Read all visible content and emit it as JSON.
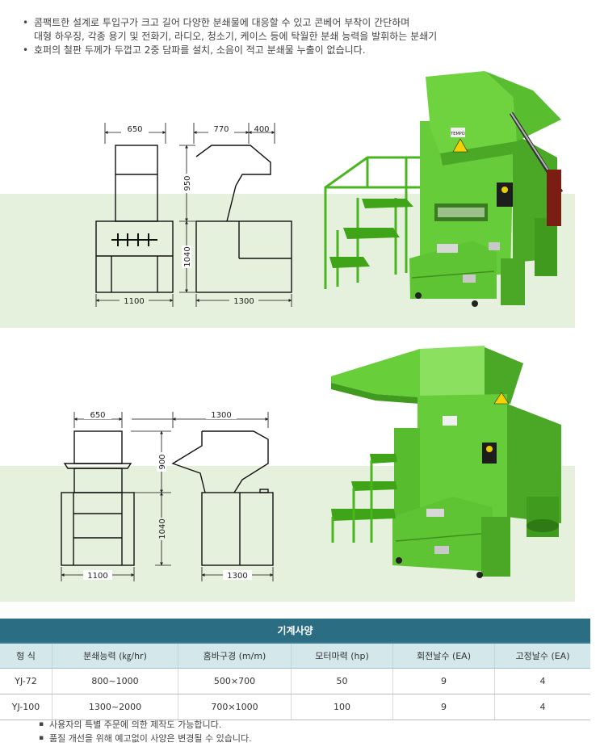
{
  "intro": {
    "bullet1_line1": "콤팩트한 설계로 투입구가 크고 길어 다양한 분쇄물에 대응할 수 있고 콘베어 부착이 간단하며",
    "bullet1_line2": "대형 하우징, 각종 용기 및 전화기, 라디오, 청소기, 케이스 등에 탁월한 분쇄 능력을 발휘하는 분쇄기",
    "bullet2": "호퍼의 철판 두께가 두껍고 2중 담파를 설치, 소음이 적고 분쇄물 누출이 없습니다."
  },
  "diagram1": {
    "width_top": "650",
    "side_a": "770",
    "side_b": "400",
    "height_top": "950",
    "height_bottom": "1040",
    "width_bottom": "1100",
    "depth_bottom": "1300"
  },
  "diagram2": {
    "width_top": "650",
    "depth_top": "1300",
    "height_top": "900",
    "height_bottom": "1040",
    "width_bottom": "1100",
    "depth_bottom": "1300"
  },
  "machine_label": "TEMPO",
  "spec_table": {
    "caption": "기계사양",
    "headers": [
      "형 식",
      "분쇄능력 (㎏/hr)",
      "홈바구경 (m/m)",
      "모터마력 (hp)",
      "회전날수 (EA)",
      "고정날수 (EA)"
    ],
    "rows": [
      [
        "YJ-72",
        "800~1000",
        "500×700",
        "50",
        "9",
        "4"
      ],
      [
        "YJ-100",
        "1300~2000",
        "700×1000",
        "100",
        "9",
        "4"
      ]
    ]
  },
  "notes": [
    "사용자의 특별 주문에 의한 제작도 가능합니다.",
    "품질 개선을 위해 예고없이 사양은 변경될 수 있습니다."
  ],
  "colors": {
    "machine_green": "#5ec434",
    "panel_bg": "#e5f1dc",
    "table_caption_bg": "#2b6e84",
    "table_header_bg": "#d4e8ec"
  }
}
